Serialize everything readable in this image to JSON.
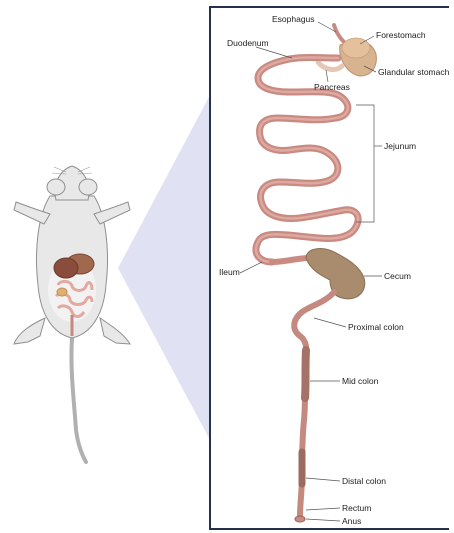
{
  "labels": {
    "esophagus": "Esophagus",
    "forestomach": "Forestomach",
    "duodenum": "Duodenum",
    "glandular_stomach": "Glandular stomach",
    "pancreas": "Pancreas",
    "jejunum": "Jejunum",
    "ileum": "Ileum",
    "cecum": "Cecum",
    "proximal_colon": "Proximal colon",
    "mid_colon": "Mid colon",
    "distal_colon": "Distal colon",
    "rectum": "Rectum",
    "anus": "Anus"
  },
  "colors": {
    "intestine": "#c98a82",
    "intestine_dark": "#9a5f58",
    "intestine_light": "#e6b7ae",
    "stomach": "#d8b38f",
    "cecum": "#a98b6d",
    "colon": "#a57268",
    "mouse_body": "#e6e6e6",
    "mouse_outline": "#8f8f8f",
    "zoom_wedge": "#dcdcf2",
    "panel_border": "#24314a"
  }
}
